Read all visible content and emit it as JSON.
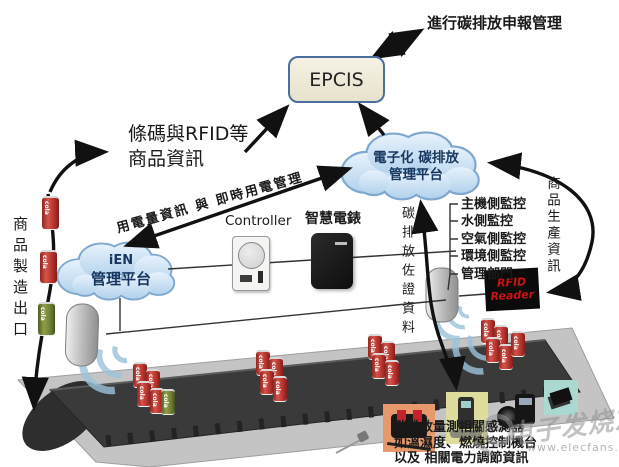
{
  "top_note": "進行碳排放申報管理",
  "epcis": {
    "label": "EPCIS"
  },
  "barcode_note": {
    "line1": "條碼與RFID等",
    "line2": "商品資訊"
  },
  "power_flow_label": "用電量資訊 與 即時用電管理",
  "clouds": {
    "carbon": {
      "line1": "電子化 碳排放",
      "line2": "管理平台"
    },
    "ien": {
      "line1": "iEN",
      "line2": "管理平台"
    }
  },
  "devices": {
    "controller_label": "Controller",
    "smart_meter_label": "智慧電錶",
    "rfid_reader": {
      "line1": "RFID",
      "line2": "Reader"
    }
  },
  "monitoring": {
    "items": [
      "主機側監控",
      "水側監控",
      "空氣側監控",
      "環境側監控",
      "管理部門"
    ]
  },
  "vertical_labels": {
    "product_export": "商品製造出口",
    "carbon_evidence": "碳排放佐證資料",
    "product_production": "商品生產資訊"
  },
  "cans": {
    "label": "cola"
  },
  "bottom_note": {
    "line1": "碳排放量測相關感測器",
    "line2": "如溫濕度、燃燒控制機台",
    "line3": "以及 相關電力調節資訊"
  },
  "watermark": {
    "brand": "电子发烧友",
    "url": "www.elecfans.com"
  },
  "colors": {
    "cloud_fill": "#cde2f4",
    "cloud_stroke": "#7ea8cf",
    "epcis_fill": "#eeead9",
    "epcis_border": "#4a6e9e",
    "rfid_text": "#cc1111",
    "can_red": "#c0392f",
    "can_green": "#7d8f3e",
    "belt": "#3a3a3a",
    "frame": "#c4c4c4",
    "arrow": "#111111"
  }
}
